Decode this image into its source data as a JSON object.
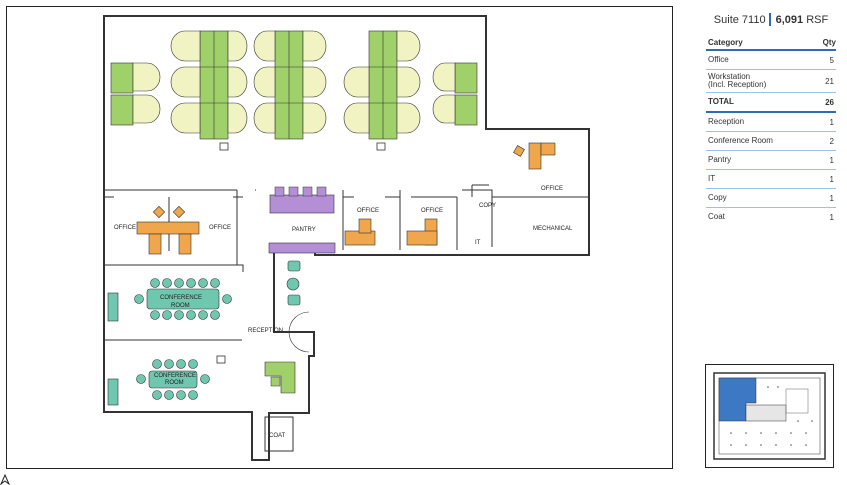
{
  "suite": {
    "name": "Suite 7110",
    "rsf_number": "6,091",
    "rsf_unit": "RSF"
  },
  "legend": {
    "header": {
      "category": "Category",
      "qty": "Qty"
    },
    "rows": [
      {
        "category": "Office",
        "qty": "5"
      },
      {
        "category_line1": "Workstation",
        "category_line2": "(Incl. Reception)",
        "qty": "21"
      },
      {
        "category": "TOTAL",
        "qty": "26"
      },
      {
        "category": "Reception",
        "qty": "1"
      },
      {
        "category": "Conference Room",
        "qty": "2"
      },
      {
        "category": "Pantry",
        "qty": "1"
      },
      {
        "category": "IT",
        "qty": "1"
      },
      {
        "category": "Copy",
        "qty": "1"
      },
      {
        "category": "Coat",
        "qty": "1"
      }
    ]
  },
  "plan_labels": {
    "office_left_a": "OFFICE",
    "office_left_b": "OFFICE",
    "office_mid_a": "OFFICE",
    "office_mid_b": "OFFICE",
    "office_right": "OFFICE",
    "pantry": "PANTRY",
    "copy": "COPY",
    "it": "IT",
    "mechanical": "MECHANICAL",
    "conference_1_line1": "CONFERENCE",
    "conference_1_line2": "ROOM",
    "conference_2_line1": "CONFERENCE",
    "conference_2_line2": "ROOM",
    "reception": "RECEPTION",
    "coat": "COAT"
  },
  "colors": {
    "workstation": "#9fd06a",
    "workstation_chair_zone": "#f1f3c2",
    "office_furniture": "#f0a64a",
    "conference": "#6fc7b0",
    "pantry": "#b58fd6",
    "reception_desk": "#9fd06a",
    "accent_blue": "#2f6db3",
    "keyplan_highlight": "#3c78c4"
  },
  "icons": {
    "north_arrow": "north-arrow-icon"
  }
}
